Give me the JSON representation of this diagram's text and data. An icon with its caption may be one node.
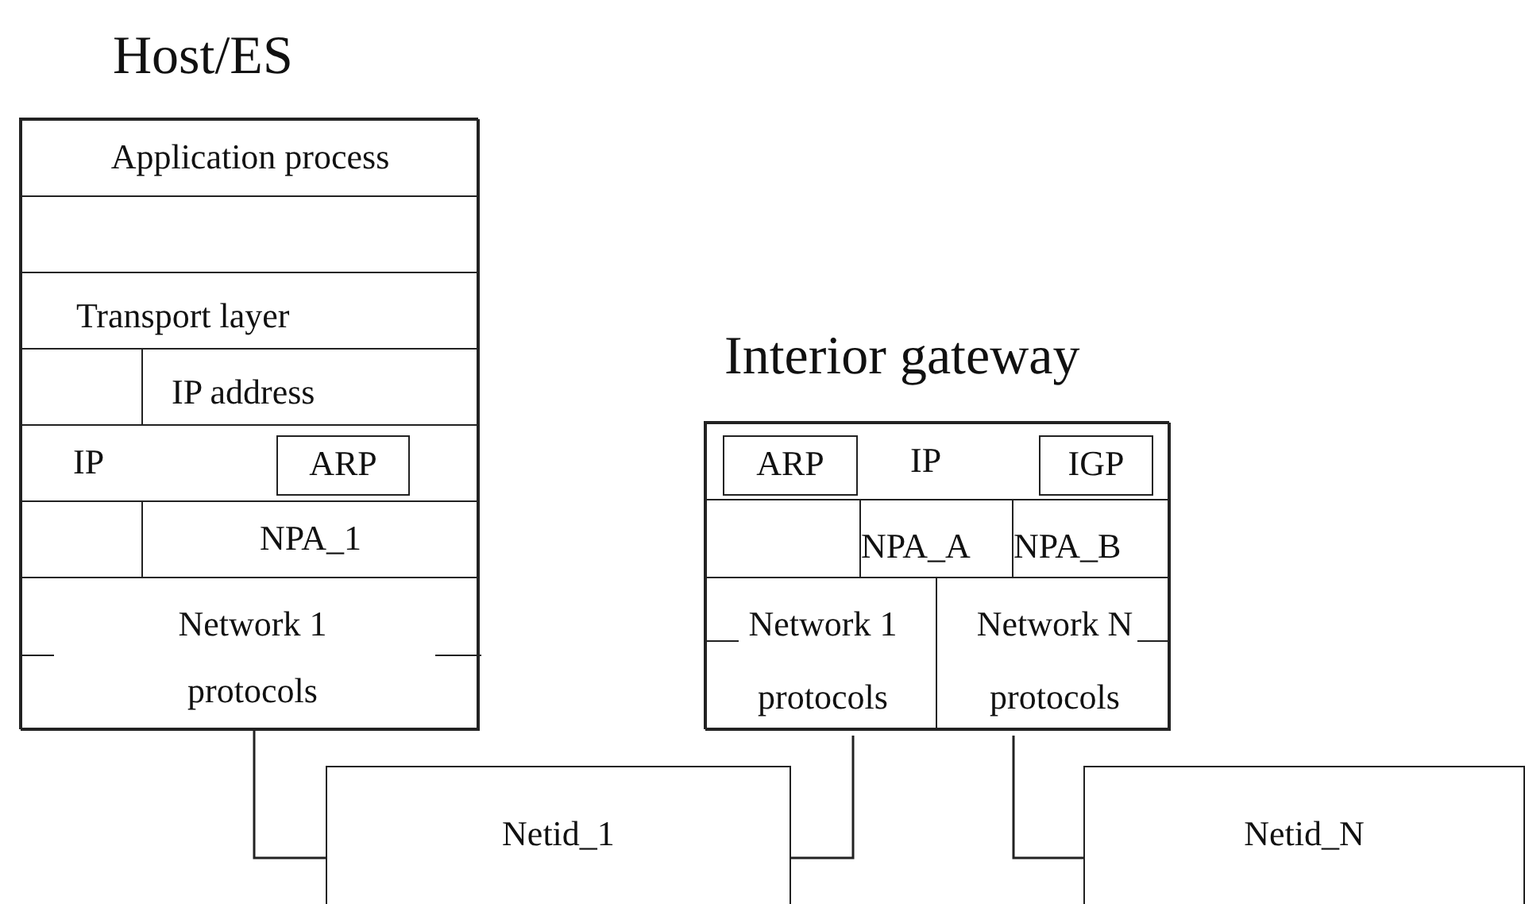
{
  "diagram": {
    "nodes": [
      {
        "text": [
          "Host/ES"
        ]
      },
      {
        "text": [
          "Application process"
        ],
        "in": 0
      },
      {
        "text": [],
        "shape": "box",
        "in": 0
      },
      {
        "text": [
          "Transport layer"
        ],
        "in": 0
      },
      {
        "text": [],
        "shape": "box",
        "in": 0
      },
      {
        "text": [
          "IP address"
        ],
        "in": 0
      },
      {
        "text": [
          "IP"
        ],
        "in": 0
      },
      {
        "text": [
          "ARP"
        ],
        "in": 6
      },
      {
        "text": [],
        "shape": "box",
        "in": 0
      },
      {
        "text": [
          "NPA_1"
        ],
        "in": 0
      },
      {
        "text": [
          "Network 1 protocols"
        ],
        "in": 0
      },
      {
        "text": [
          "Interior gateway"
        ]
      },
      {
        "text": [
          "IP"
        ],
        "in": 11
      },
      {
        "text": [
          "ARP"
        ],
        "in": 12
      },
      {
        "text": [
          "IGP"
        ],
        "in": 12
      },
      {
        "text": [],
        "shape": "box",
        "in": 11
      },
      {
        "text": [
          "NPA_A"
        ],
        "in": 11
      },
      {
        "text": [
          "NPA_B"
        ],
        "in": 11
      },
      {
        "text": [
          "Network 1 protocols"
        ],
        "in": 11
      },
      {
        "text": [
          "Network N protocols"
        ],
        "in": 11
      },
      {
        "text": [
          "Netid_1"
        ]
      },
      {
        "text": [
          "Netid_N"
        ]
      }
    ],
    "edges": [
      {
        "from": 10,
        "to": 20,
        "arrow": "none"
      },
      {
        "from": 18,
        "to": 20,
        "arrow": "none"
      },
      {
        "from": 19,
        "to": 21,
        "arrow": "none"
      }
    ]
  }
}
